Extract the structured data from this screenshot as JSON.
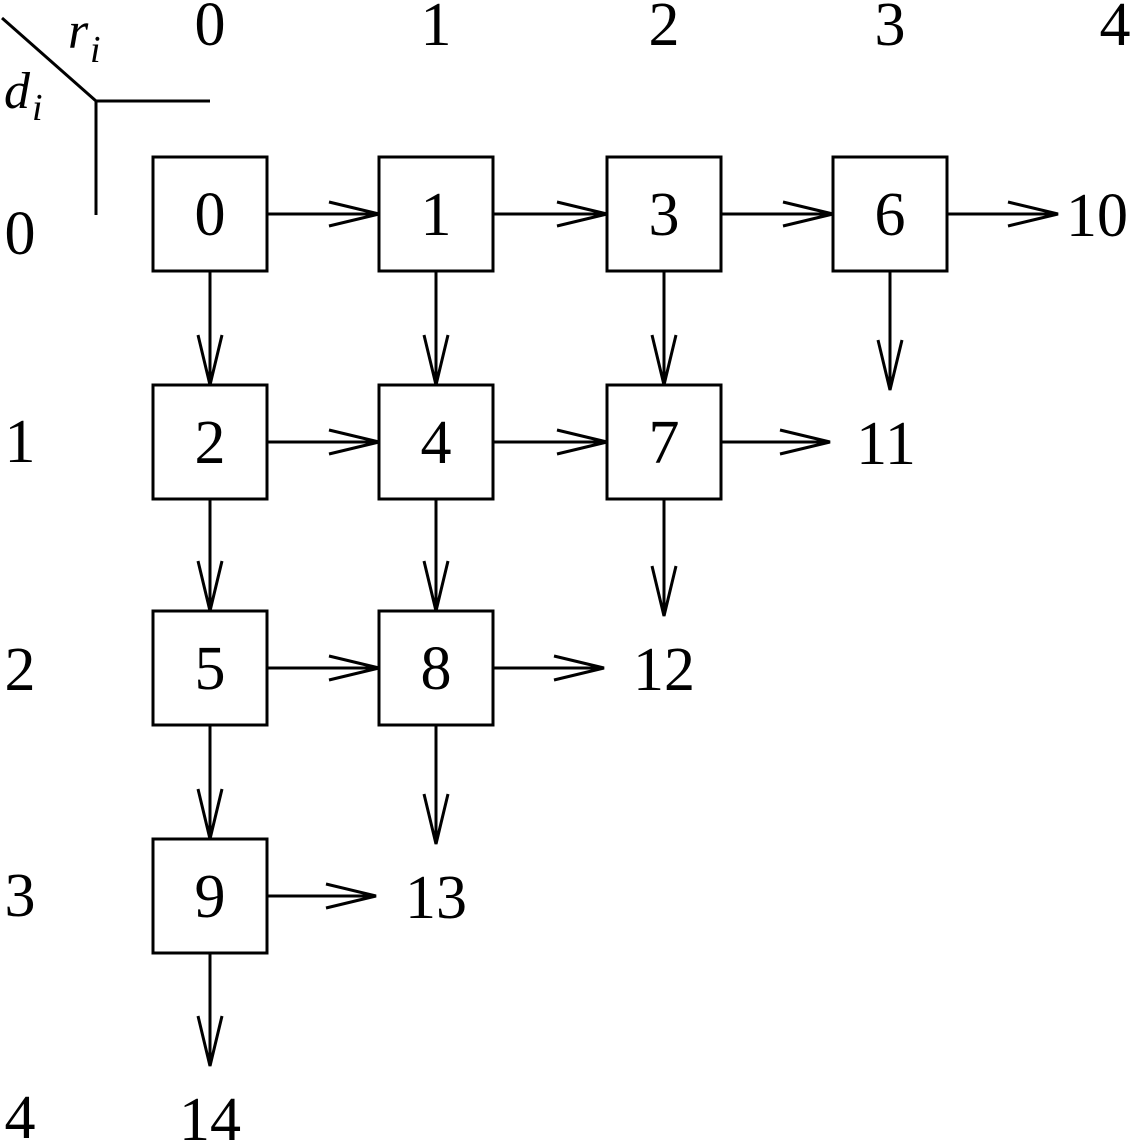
{
  "corner": {
    "r_label": "r",
    "d_label": "d",
    "subscript": "i"
  },
  "column_headers": [
    "0",
    "1",
    "2",
    "3",
    "4"
  ],
  "row_headers": [
    "0",
    "1",
    "2",
    "3",
    "4"
  ],
  "nodes": [
    {
      "label": "0",
      "row": 0,
      "col": 0
    },
    {
      "label": "1",
      "row": 0,
      "col": 1
    },
    {
      "label": "3",
      "row": 0,
      "col": 2
    },
    {
      "label": "6",
      "row": 0,
      "col": 3
    },
    {
      "label": "2",
      "row": 1,
      "col": 0
    },
    {
      "label": "4",
      "row": 1,
      "col": 1
    },
    {
      "label": "7",
      "row": 1,
      "col": 2
    },
    {
      "label": "5",
      "row": 2,
      "col": 0
    },
    {
      "label": "8",
      "row": 2,
      "col": 1
    },
    {
      "label": "9",
      "row": 3,
      "col": 0
    }
  ],
  "terminals": [
    {
      "label": "10",
      "row": 0,
      "col": 4
    },
    {
      "label": "11",
      "row": 1,
      "col": 3
    },
    {
      "label": "12",
      "row": 2,
      "col": 2
    },
    {
      "label": "13",
      "row": 3,
      "col": 1
    },
    {
      "label": "14",
      "row": 4,
      "col": 0
    }
  ]
}
